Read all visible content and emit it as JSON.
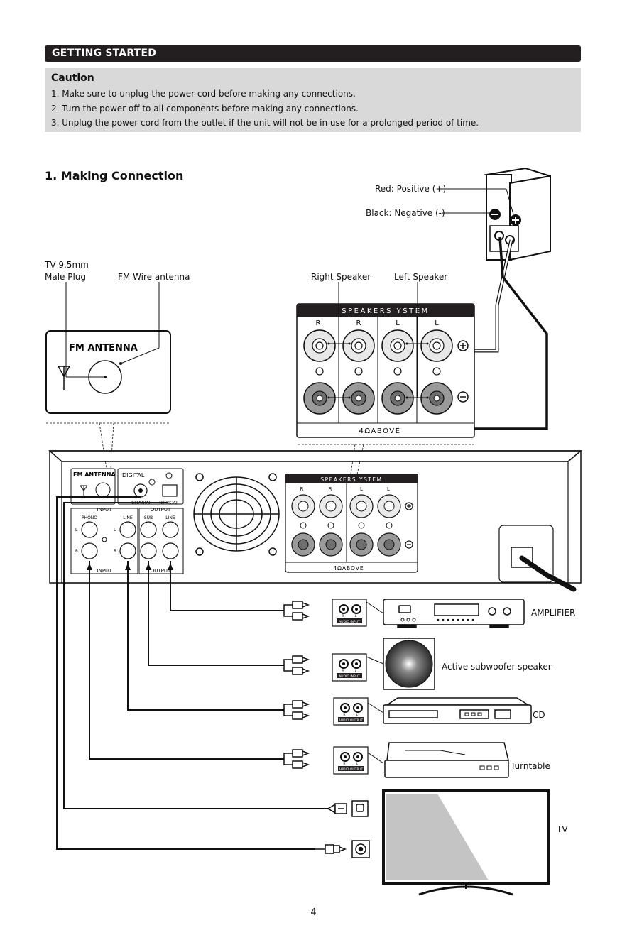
{
  "header": {
    "title": "GETTING STARTED"
  },
  "caution": {
    "title": "Caution",
    "items": [
      "1. Make sure to unplug the power cord before making any connections.",
      "2. Turn the power off to all components before making any connections.",
      "3. Unplug the power cord from the outlet if the unit will not be in use for a prolonged period of time."
    ]
  },
  "section": {
    "title": "1. Making Connection"
  },
  "callouts": {
    "red_positive": "Red: Positive (+)",
    "black_negative": "Black: Negative (-)",
    "tv_plug_line1": "TV 9.5mm",
    "tv_plug_line2": "Male Plug",
    "fm_wire": "FM Wire antenna",
    "right_speaker": "Right Speaker",
    "left_speaker": "Left Speaker"
  },
  "fm_panel": {
    "title": "FM  ANTENNA"
  },
  "speaker_panel": {
    "title": "SPEAKERS YSTEM",
    "channels": [
      "R",
      "R",
      "L",
      "L"
    ],
    "impedance": "4ΩABOVE"
  },
  "rear_panel": {
    "fm": "FM  ANTENNA",
    "digital": "DIGITAL",
    "coaxial": "COAXIAL",
    "optical": "OPTICAL",
    "input": "INPUT",
    "output": "OUTPUT",
    "phono": "PHONO",
    "line": "LINE",
    "sub": "SUB",
    "line_out": "LINE",
    "ch_l": "L",
    "ch_r": "R",
    "speaker_title": "SPEAKERS YSTEM",
    "speaker_channels": [
      "R",
      "R",
      "L",
      "L"
    ],
    "impedance": "4ΩABOVE"
  },
  "jacks": {
    "audio_input": "AUDIO INPUT",
    "audio_output": "AUDIO OUTPUT",
    "r": "R",
    "l": "L"
  },
  "devices": {
    "amplifier": "AMPLIFIER",
    "subwoofer": "Active subwoofer speaker",
    "cd": "CD",
    "turntable": "Turntable",
    "tv": "TV"
  },
  "page_number": "4"
}
